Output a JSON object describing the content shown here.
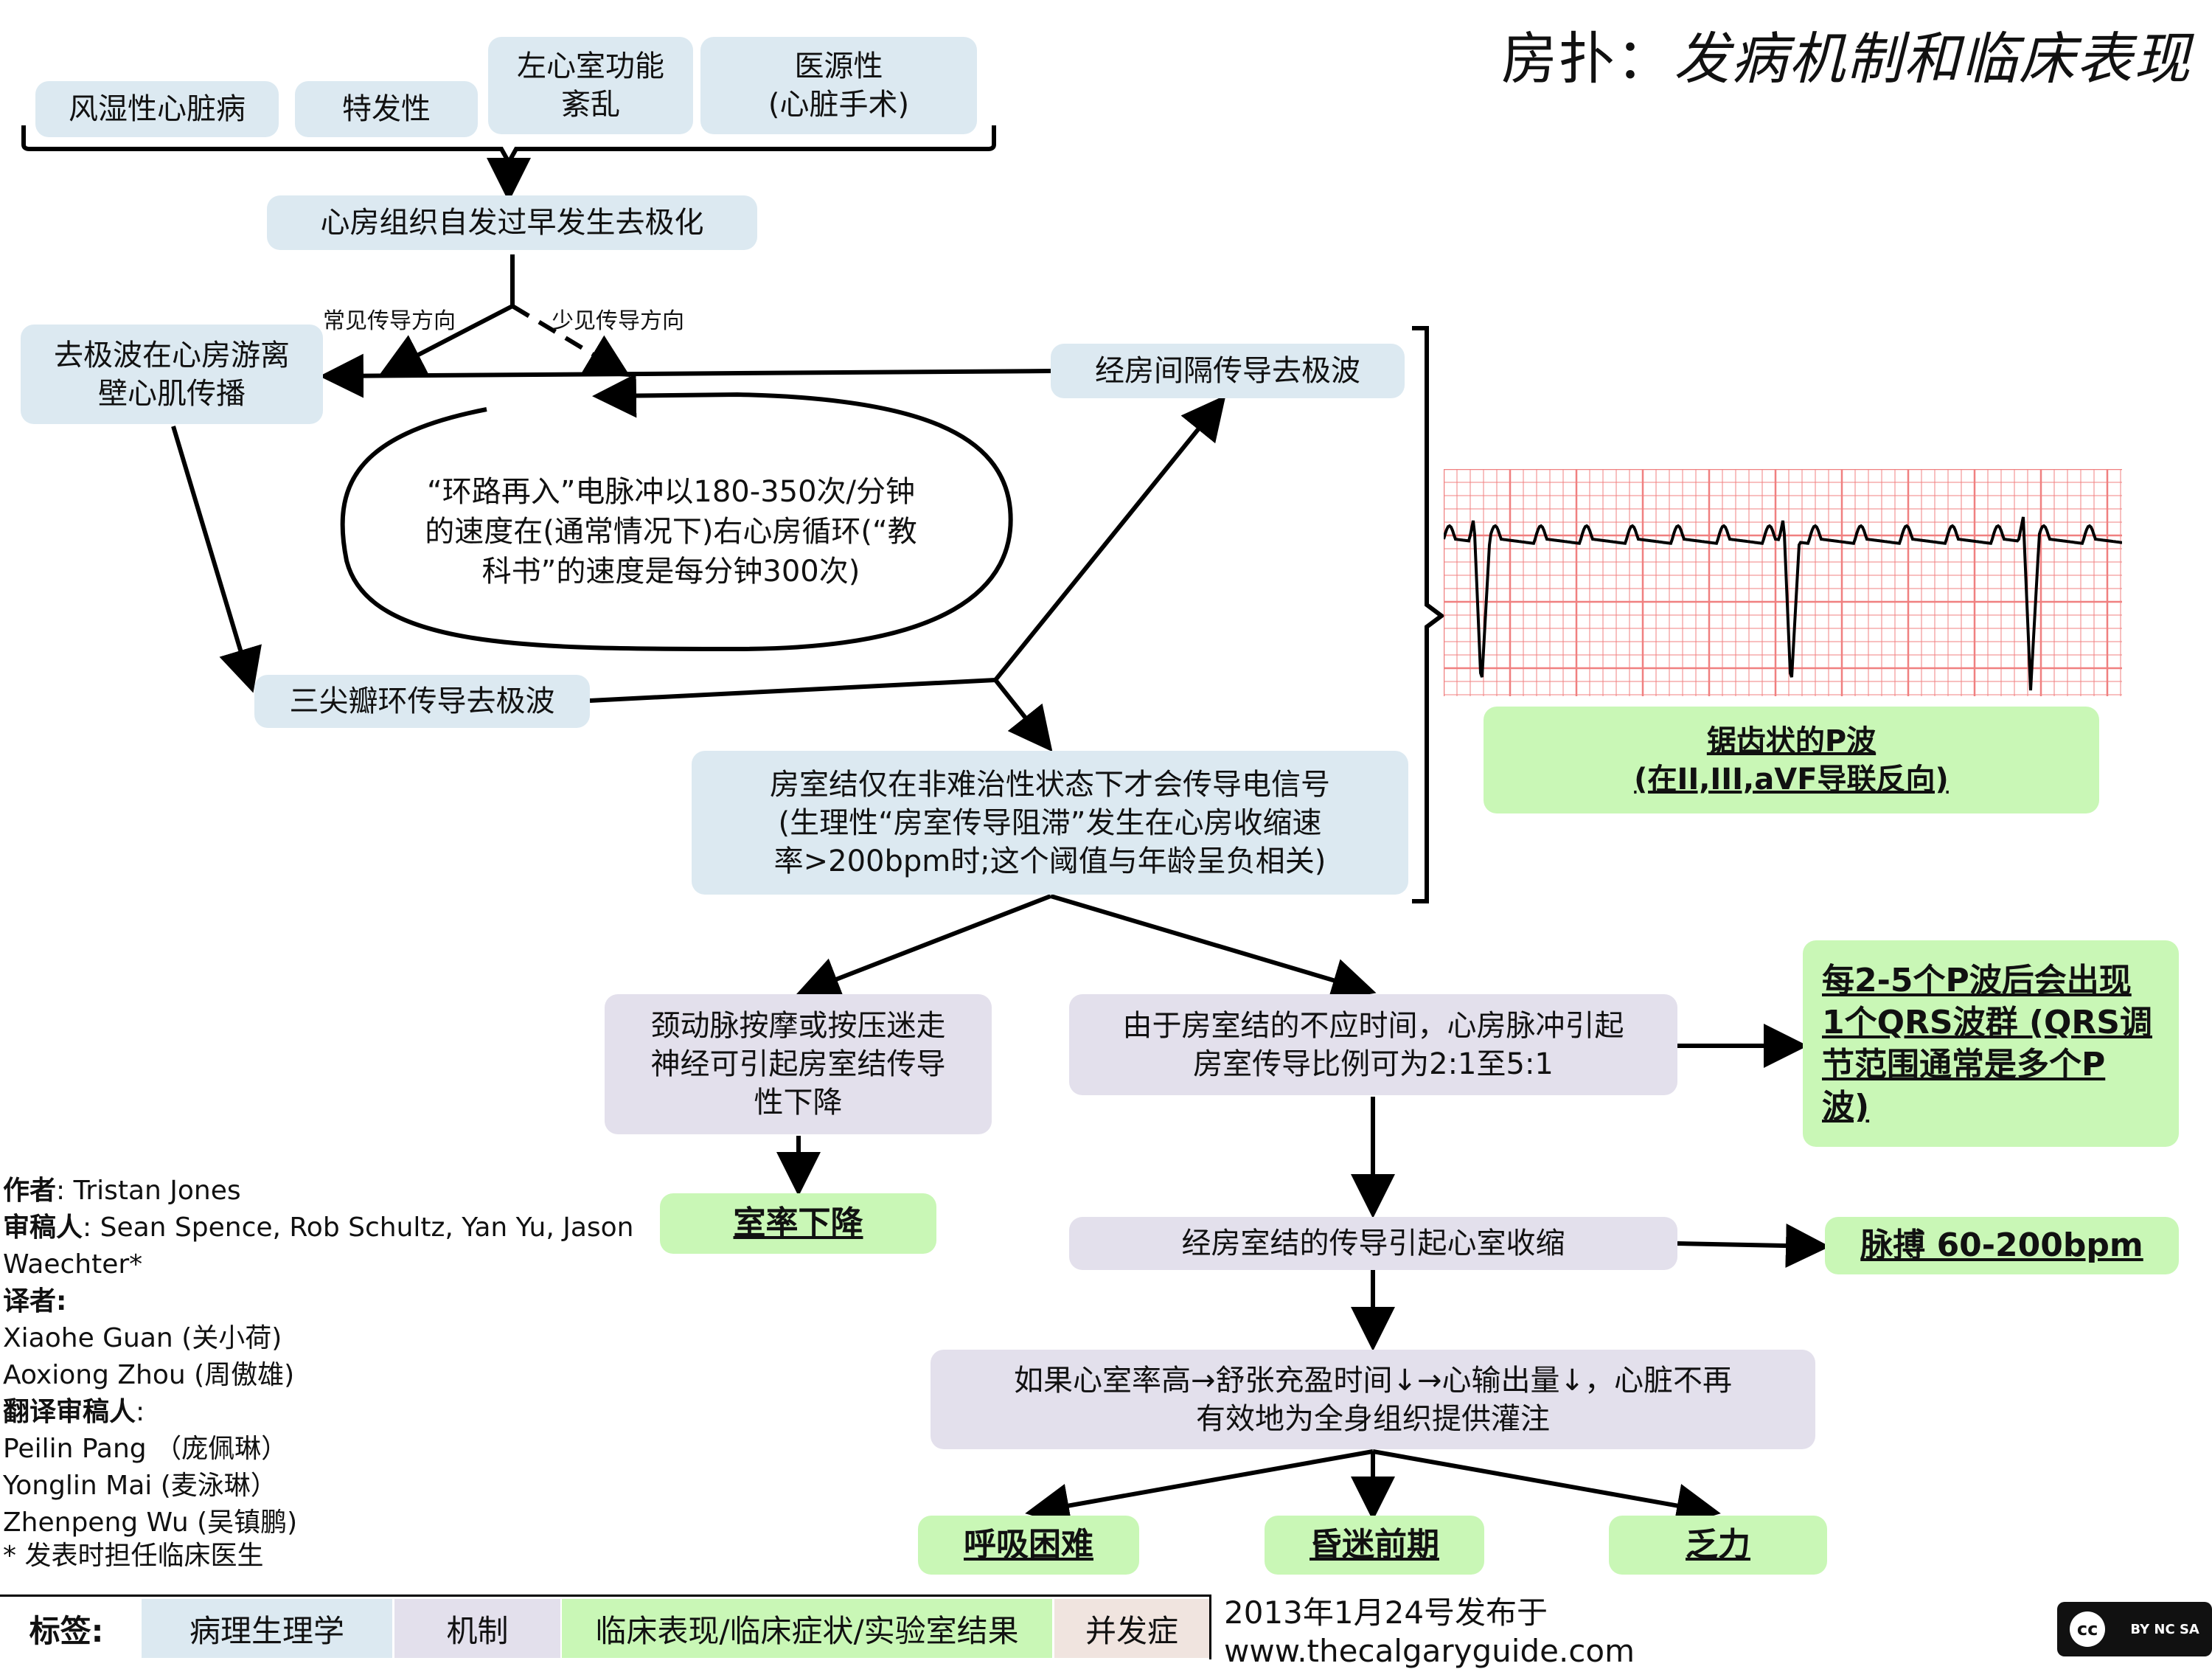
{
  "title": {
    "prefix": "房扑：",
    "main": "发病机制和临床表现"
  },
  "causes": [
    "风湿性心脏病",
    "特发性",
    "左心室功能\n紊乱",
    "医源性\n(心脏手术)"
  ],
  "nodes": {
    "premature": "心房组织自发过早发生去极化",
    "common_dir": "常见传导方向",
    "rare_dir": "少见传导方向",
    "free_wall": "去极波在心房游离\n壁心肌传播",
    "septal": "经房间隔传导去极波",
    "loop": "“环路再入”电脉冲以180-350次/分钟\n的速度在(通常情况下)右心房循环(“教\n科书”的速度是每分钟300次)",
    "tricuspid": "三尖瓣环传导去极波",
    "av_node": "房室结仅在非难治性状态下才会传导电信号\n(生理性“房室传导阻滞”发生在心房收缩速\n率>200bpm时;这个阈值与年龄呈负相关)",
    "sawtooth": "锯齿状的P波\n(在II,III,aVF导联反向)",
    "vagal": "颈动脉按摩或按压迷走\n神经可引起房室结传导\n性下降",
    "ratio": "由于房室结的不应时间，心房脉冲引起\n房室传导比例可为2:1至5:1",
    "qrs": "每2-5个P波后会出现\n1个QRS波群 (QRS调\n节范围通常是多个P\n波)",
    "rate_down": "室率下降",
    "vent_contract": "经房室结的传导引起心室收缩",
    "pulse": "脉搏 60-200bpm",
    "high_rate": "如果心室率高→舒张充盈时间↓→心输出量↓，心脏不再\n有效地为全身组织提供灌注",
    "dyspnea": "呼吸困难",
    "presyncope": "昏迷前期",
    "fatigue": "乏力"
  },
  "credits": {
    "author_label": "作者",
    "author": ":  Tristan Jones",
    "reviewer_label": "审稿人",
    "reviewer": ": Sean Spence, Rob Schultz, Yan Yu, Jason",
    "reviewer2": "Waechter*",
    "translator_label": "译者",
    "translator_colon": ":",
    "translators": [
      "Xiaohe Guan (关小荷)",
      "Aoxiong Zhou (周傲雄)"
    ],
    "trans_reviewer_label": "翻译审稿人",
    "trans_reviewer_colon": ":",
    "trans_reviewers": [
      "Peilin Pang （庞佩琳）",
      "Yonglin Mai (麦泳琳）",
      "Zhenpeng Wu (吴镇鹏)"
    ],
    "note": "* 发表时担任临床医生"
  },
  "footer": {
    "tags_label": "标签:",
    "tags": [
      "病理生理学",
      "机制",
      "临床表现/临床症状/实验室结果",
      "并发症"
    ],
    "published": "2013年1月24号发布于 www.thecalgaryguide.com",
    "license": "BY  NC  SA"
  },
  "colors": {
    "blue": "#dce9f1",
    "purple": "#e3e0ec",
    "green": "#c9f7b6",
    "ecg_grid": "#f08080"
  }
}
